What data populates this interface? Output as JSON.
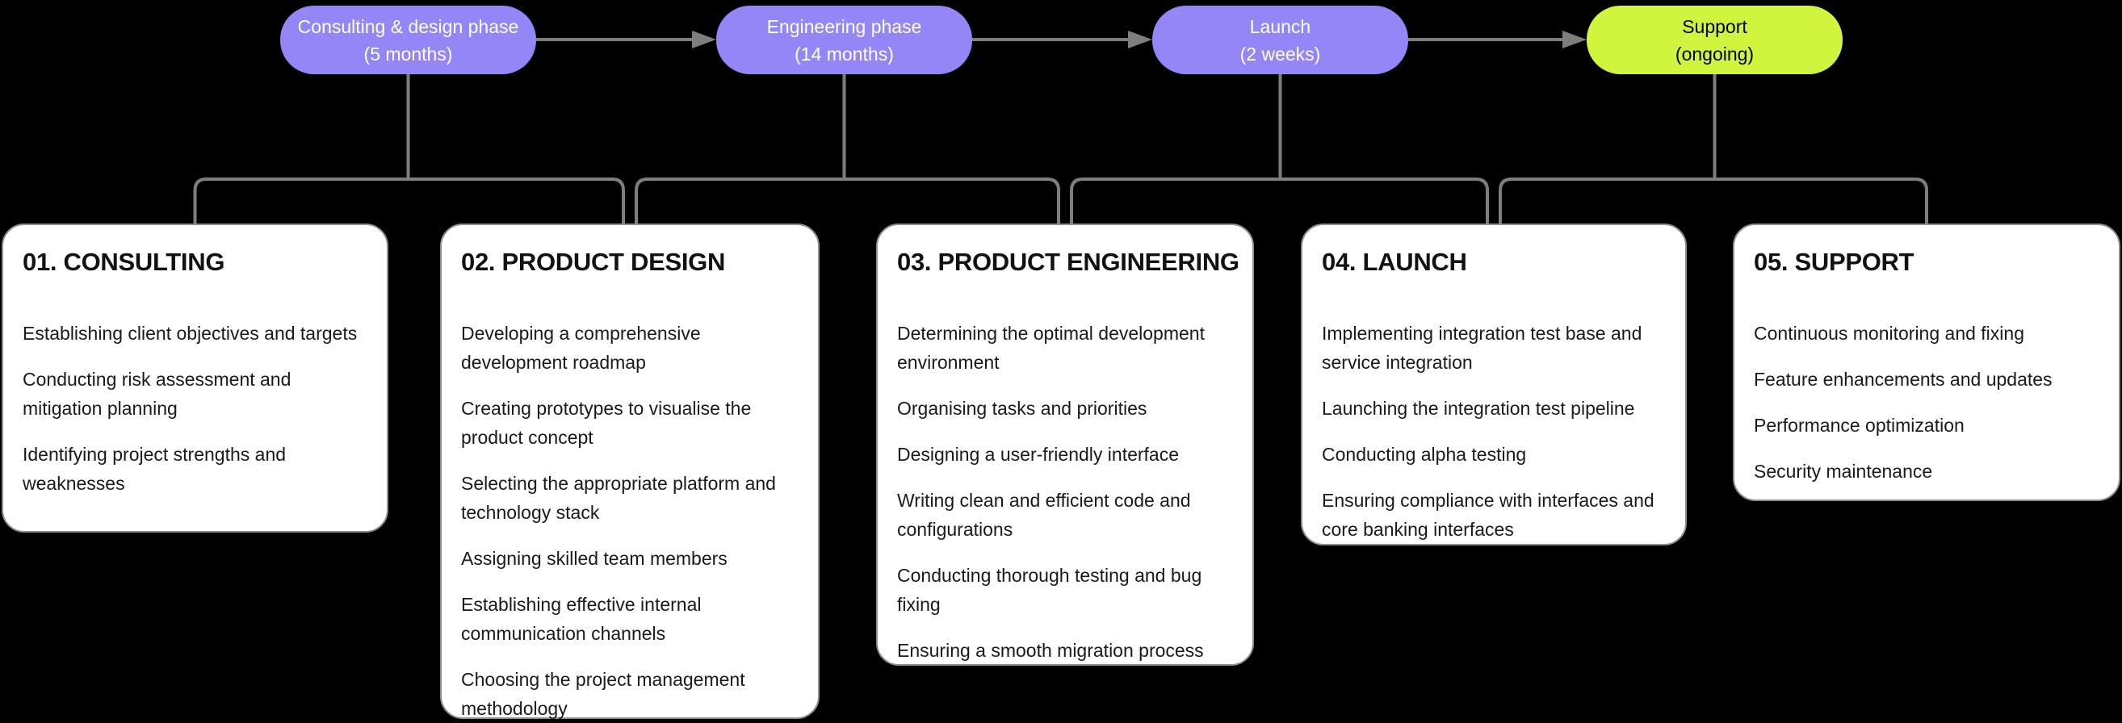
{
  "diagram": {
    "background_color": "#000000",
    "connector_color": "#7e7e7e",
    "phases": [
      {
        "title": "Consulting & design phase",
        "duration": "(5 months)",
        "color": "#9486F6",
        "text_color": "#ffffff"
      },
      {
        "title": "Engineering phase",
        "duration": "(14 months)",
        "color": "#9486F6",
        "text_color": "#ffffff"
      },
      {
        "title": "Launch",
        "duration": "(2 weeks)",
        "color": "#9486F6",
        "text_color": "#ffffff"
      },
      {
        "title": "Support",
        "duration": "(ongoing)",
        "color": "#CFF53F",
        "text_color": "#000000"
      }
    ],
    "cards": [
      {
        "title": "01. CONSULTING",
        "items": [
          "Establishing client objectives and targets",
          "Conducting risk assessment and mitigation planning",
          "Identifying project strengths and weaknesses"
        ]
      },
      {
        "title": "02. PRODUCT DESIGN",
        "items": [
          "Developing a comprehensive development roadmap",
          "Creating prototypes to visualise the product concept",
          "Selecting the appropriate platform and technology stack",
          "Assigning skilled team members",
          "Establishing effective internal communication channels",
          "Choosing the project management methodology"
        ]
      },
      {
        "title": "03. PRODUCT ENGINEERING",
        "items": [
          "Determining the optimal development environment",
          "Organising tasks and priorities",
          "Designing a user-friendly interface",
          "Writing clean and efficient code and configurations",
          "Conducting thorough testing and bug fixing",
          "Ensuring a smooth migration process"
        ]
      },
      {
        "title": "04. LAUNCH",
        "items": [
          "Implementing integration test base and service integration",
          "Launching the integration test pipeline",
          "Conducting alpha testing",
          "Ensuring compliance with interfaces and core banking interfaces"
        ]
      },
      {
        "title": "05. SUPPORT",
        "items": [
          "Continuous monitoring and fixing",
          "Feature enhancements and updates",
          "Performance optimization",
          "Security maintenance"
        ]
      }
    ]
  }
}
